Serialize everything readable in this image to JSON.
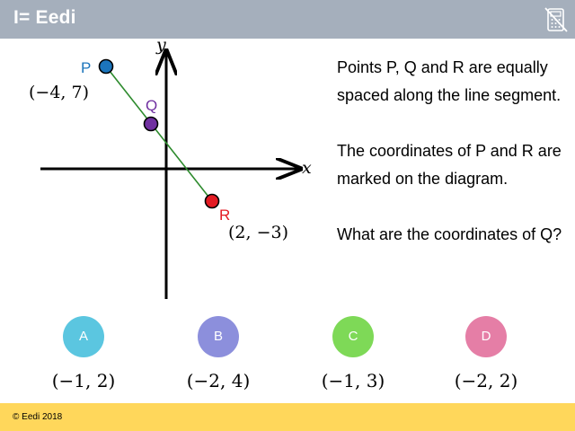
{
  "header": {
    "logo": "I= Eedi",
    "background": "#a5afbc",
    "right_icon": "calculator-crossed-icon"
  },
  "diagram": {
    "axis_x_label": "x",
    "axis_y_label": "y",
    "points": [
      {
        "name": "P",
        "label": "(−4, 7)",
        "color": "#1c75bc"
      },
      {
        "name": "Q",
        "label": "",
        "color": "#7030a0"
      },
      {
        "name": "R",
        "label": "(2, −3)",
        "color": "#e31b23"
      }
    ],
    "segment_color": "#2e8b2e"
  },
  "question": {
    "lines": [
      "Points P, Q and R are equally spaced along the line segment.",
      "The coordinates of P and R are marked on the diagram.",
      "What are the coordinates of Q?"
    ]
  },
  "options": [
    {
      "letter": "A",
      "answer": "(−1, 2)",
      "color": "#5bc6e0"
    },
    {
      "letter": "B",
      "answer": "(−2, 4)",
      "color": "#8c8fdc"
    },
    {
      "letter": "C",
      "answer": "(−1, 3)",
      "color": "#7ed957"
    },
    {
      "letter": "D",
      "answer": "(−2, 2)",
      "color": "#e57ea6"
    }
  ],
  "footer": {
    "copyright": "© Eedi 2018",
    "background": "#ffd75b"
  }
}
